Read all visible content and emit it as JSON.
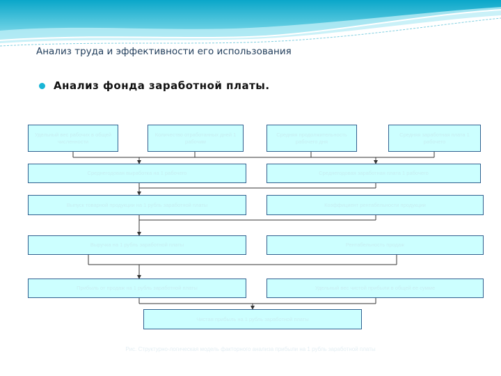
{
  "header": {
    "title": "Анализ труда и эффективности его использования"
  },
  "bullet": {
    "text": "Анализ фонда заработной платы."
  },
  "diagram": {
    "row1": [
      "Удельный вес рабочих в общей численности",
      "Количество отработанных дней 1 рабочим",
      "Средняя продолжительность рабочего дня",
      "Средняя заработная плата 1 рабочего"
    ],
    "row2": [
      "Среднегодовая выработка на 1 рабочего",
      "Среднегодовая заработная плата 1 рабочего"
    ],
    "row3": [
      "Выпуск товарной продукции на 1 рубль заработной платы",
      "Коэффициент рентабельности продукции"
    ],
    "row4": [
      "Выручка на 1 рубль заработной платы",
      "Рентабельность продаж"
    ],
    "row5": [
      "Прибыль от продаж на 1 рубль заработной платы",
      "Удельный вес чистой прибыли в общей ее сумме"
    ],
    "row6": "Чистая прибыль на 1 рубль заработной платы"
  },
  "footnote": "Рис. Структурно-логическая модель факторного анализа прибыли на 1 рубль заработной платы"
}
